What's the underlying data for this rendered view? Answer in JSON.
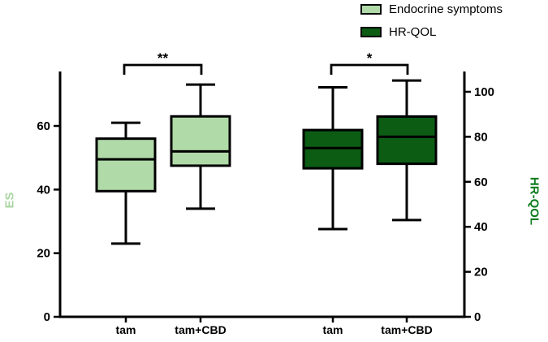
{
  "legend": {
    "items": [
      {
        "label": "Endocrine symptoms",
        "color": "#b0daa8"
      },
      {
        "label": "HR-QOL",
        "color": "#0c5c14"
      }
    ]
  },
  "chart_data": {
    "type": "boxplot",
    "title": "",
    "categories": [
      "tam",
      "tam+CBD"
    ],
    "series": [
      {
        "name": "Endocrine symptoms",
        "axis": "left",
        "color": "#b0daa8",
        "boxes": [
          {
            "category": "tam",
            "whisker_low": 23,
            "q1": 39.5,
            "median": 49.5,
            "q3": 56,
            "whisker_high": 61
          },
          {
            "category": "tam+CBD",
            "whisker_low": 34,
            "q1": 47.5,
            "median": 52,
            "q3": 63,
            "whisker_high": 73
          }
        ]
      },
      {
        "name": "HR-QOL",
        "axis": "right",
        "color": "#0c5c14",
        "boxes": [
          {
            "category": "tam",
            "whisker_low": 39,
            "q1": 66,
            "median": 75,
            "q3": 83,
            "whisker_high": 102
          },
          {
            "category": "tam+CBD",
            "whisker_low": 43,
            "q1": 68,
            "median": 80,
            "q3": 89,
            "whisker_high": 105
          }
        ]
      }
    ],
    "left_axis": {
      "label": "ES",
      "ticks": [
        0,
        20,
        40,
        60
      ],
      "range": [
        0,
        76.6
      ],
      "color": "#a9d6a1"
    },
    "right_axis": {
      "label": "HR-QOL",
      "ticks": [
        0,
        20,
        40,
        60,
        80,
        100
      ],
      "range": [
        0,
        108.3
      ],
      "color": "#0e7d1f"
    },
    "significance": [
      {
        "series": "Endocrine symptoms",
        "between": [
          "tam",
          "tam+CBD"
        ],
        "label": "**"
      },
      {
        "series": "HR-QOL",
        "between": [
          "tam",
          "tam+CBD"
        ],
        "label": "*"
      }
    ],
    "legend_position": "top-right",
    "grid": false
  }
}
